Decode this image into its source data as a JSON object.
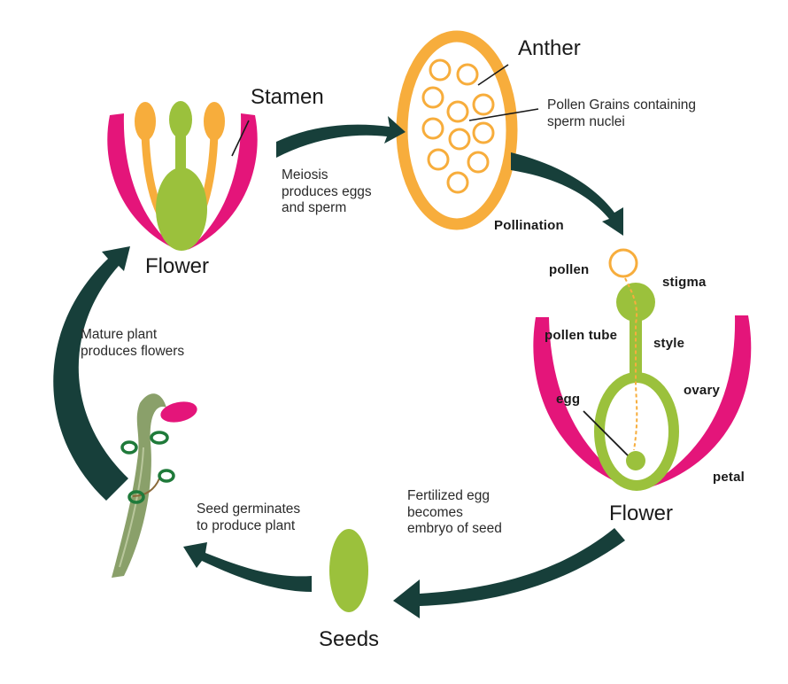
{
  "colors": {
    "arrow": "#173f3a",
    "petal": "#e4157a",
    "green": "#9bc13c",
    "orange": "#f7ad3c",
    "stem": "#8aa06a",
    "leaf_ring": "#1f7a3a"
  },
  "labels": {
    "flower_top": "Flower",
    "stamen": "Stamen",
    "anther": "Anther",
    "pollen_grains": "Pollen Grains containing\nsperm nuclei",
    "meiosis": "Meiosis\nproduces eggs\nand sperm",
    "pollination": "Pollination",
    "pollen": "pollen",
    "stigma": "stigma",
    "pollen_tube": "pollen tube",
    "style": "style",
    "ovary": "ovary",
    "egg": "egg",
    "petal": "petal",
    "flower_right": "Flower",
    "fertilized": "Fertilized egg\nbecomes\nembryo of seed",
    "seeds": "Seeds",
    "germinates": "Seed germinates\nto produce plant",
    "mature": "Mature plant\nproduces flowers"
  }
}
